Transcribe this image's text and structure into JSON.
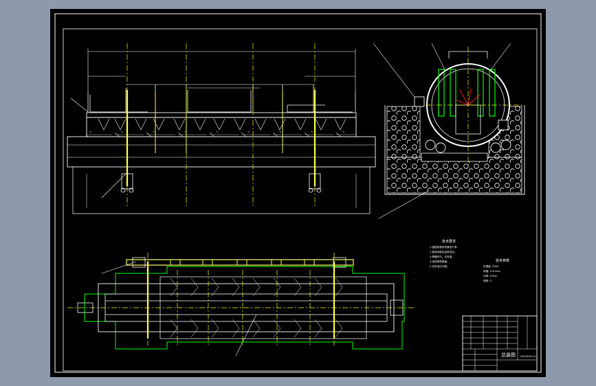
{
  "app": {
    "background_color": "#8e9aac",
    "canvas_color": "#000000"
  },
  "drawing": {
    "colors": {
      "frame": "#ffffff",
      "outline": "#ffffff",
      "member": "#ffff66",
      "centerline": "#ffff00",
      "green": "#00ff00",
      "red": "#ff2020",
      "cyan": "#00c0c0"
    },
    "title_block": {
      "title": "总装图",
      "sheet_code": "HG201001-A"
    },
    "notes": {
      "tech_requirements_title": "技术要求",
      "tech_requirements_lines": [
        "1.装配前零件须清洗干净。",
        "2.各转动部位运转灵活。",
        "3.焊缝均匀，无夹渣。",
        "4.涂防锈漆两遍。",
        "5.试车运行平稳。"
      ],
      "parameters_title": "技术参数",
      "parameters_lines": [
        "处理量: 50t/h",
        "转速: 3.5r/min",
        "功率: 37kW",
        "倾角: 2°"
      ]
    }
  }
}
